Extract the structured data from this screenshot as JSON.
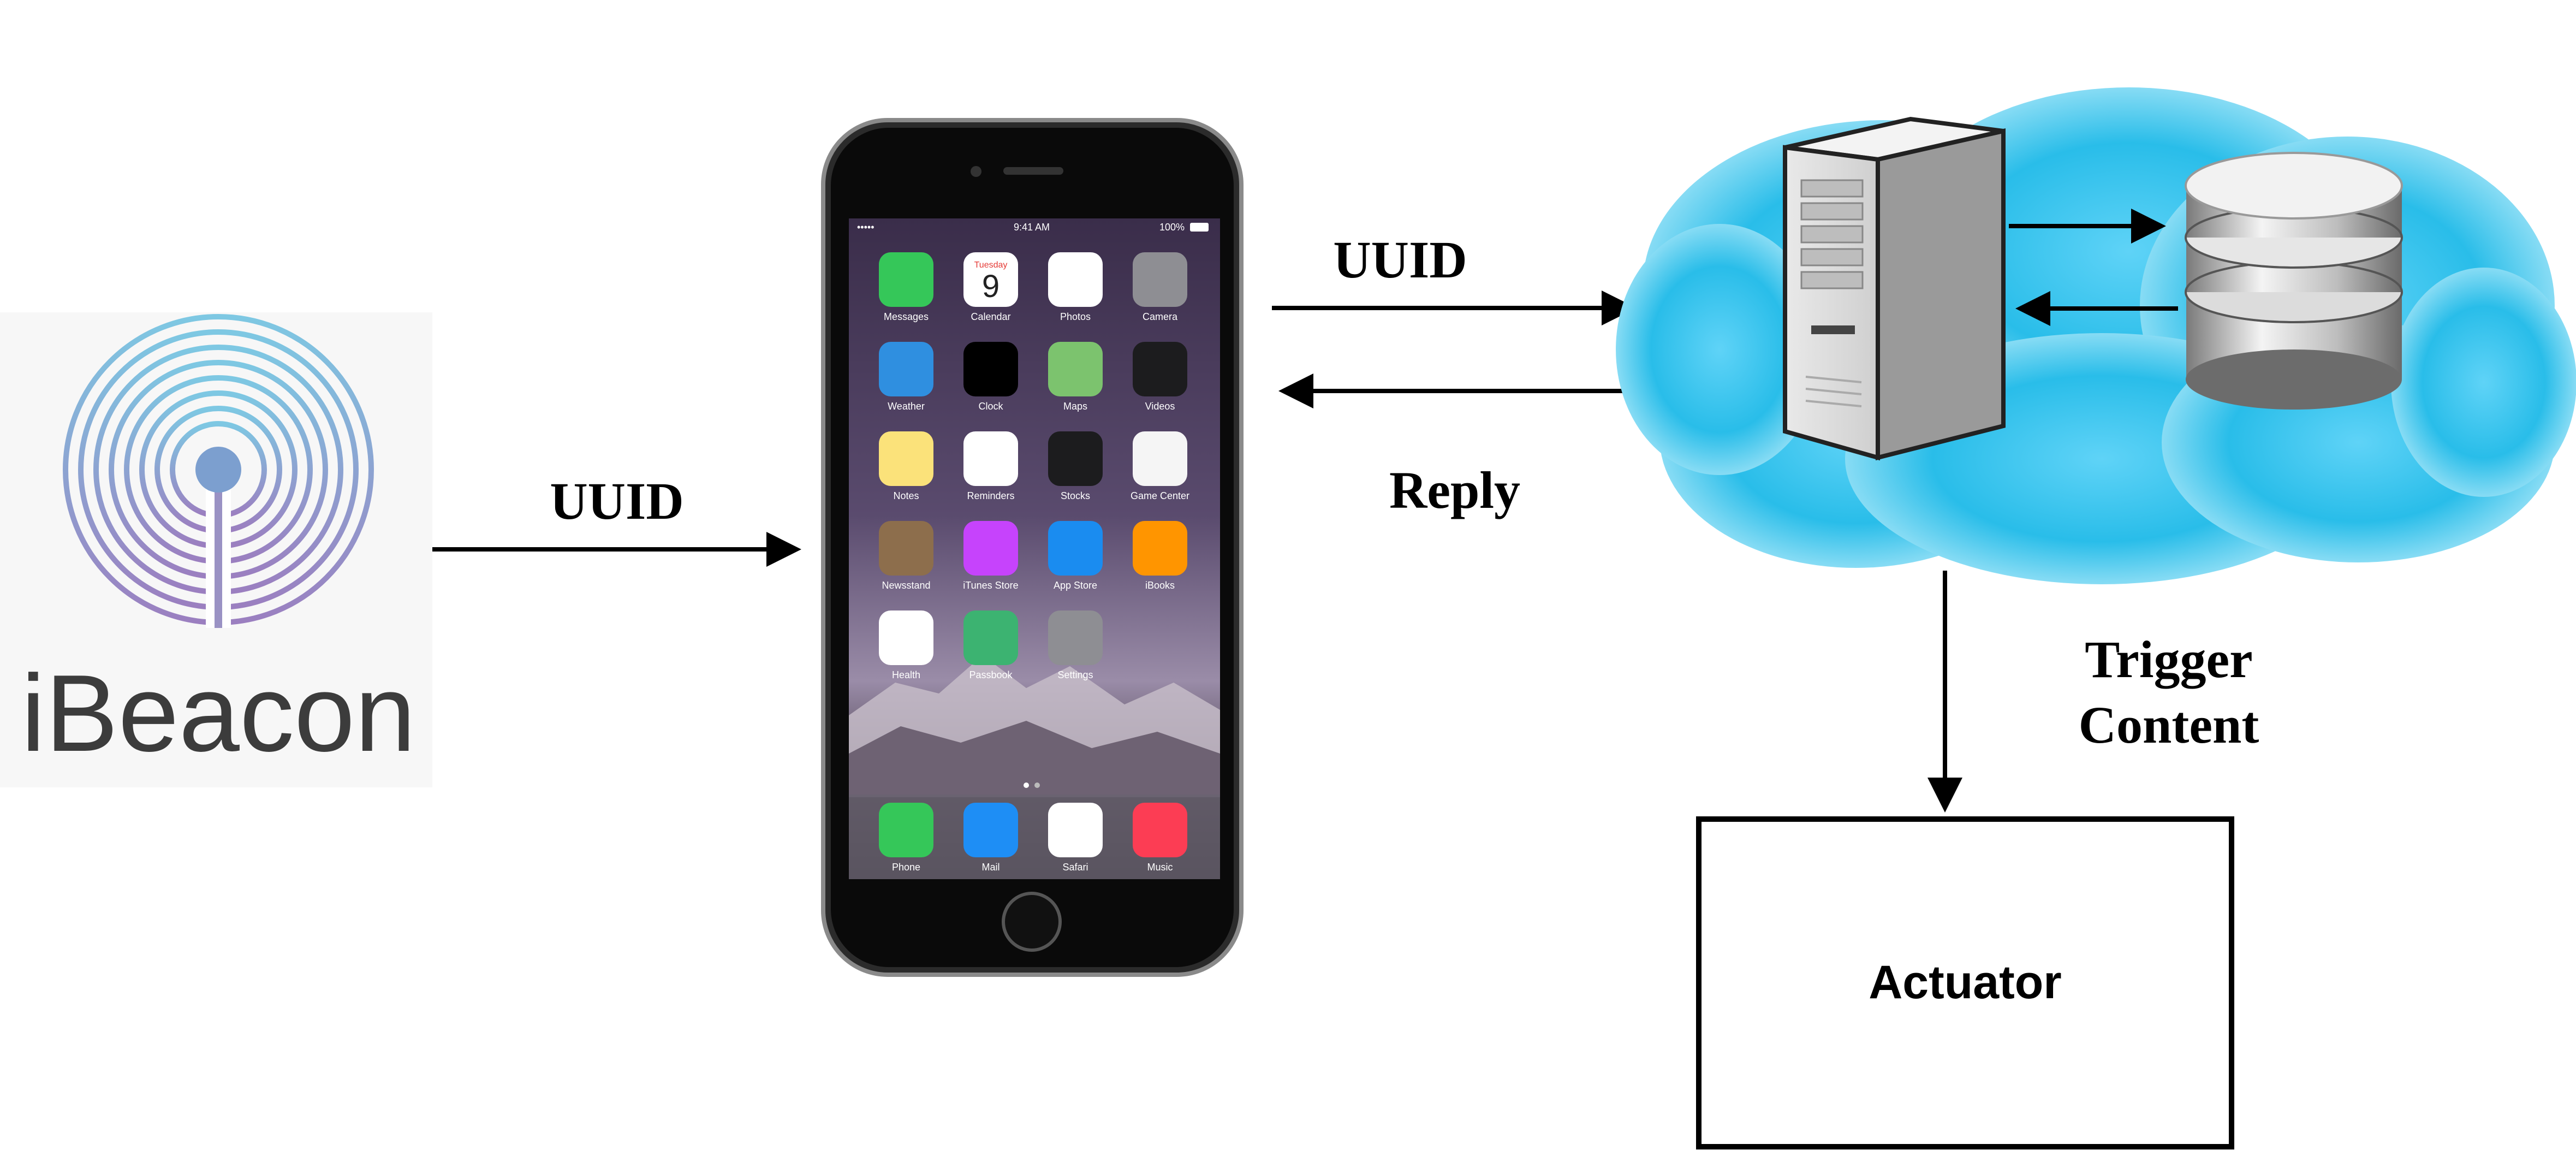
{
  "beacon": {
    "label": "iBeacon",
    "icon": "ibeacon-signal-icon"
  },
  "phone": {
    "status": {
      "carrier": "•••••",
      "time": "9:41 AM",
      "battery": "100%"
    },
    "apps": [
      {
        "label": "Messages",
        "icon": "messages-icon",
        "color": "#35c759"
      },
      {
        "label": "Calendar",
        "icon": "calendar-icon",
        "color": "#ffffff",
        "day": "Tuesday",
        "date": "9"
      },
      {
        "label": "Photos",
        "icon": "photos-icon",
        "color": "#ffffff"
      },
      {
        "label": "Camera",
        "icon": "camera-icon",
        "color": "#8e8e93"
      },
      {
        "label": "Weather",
        "icon": "weather-icon",
        "color": "#2f8fe0"
      },
      {
        "label": "Clock",
        "icon": "clock-icon",
        "color": "#000000"
      },
      {
        "label": "Maps",
        "icon": "maps-icon",
        "color": "#7cc36e"
      },
      {
        "label": "Videos",
        "icon": "videos-icon",
        "color": "#1c1c1e"
      },
      {
        "label": "Notes",
        "icon": "notes-icon",
        "color": "#fbe27a"
      },
      {
        "label": "Reminders",
        "icon": "reminders-icon",
        "color": "#ffffff"
      },
      {
        "label": "Stocks",
        "icon": "stocks-icon",
        "color": "#1c1c1e"
      },
      {
        "label": "Game Center",
        "icon": "game-center-icon",
        "color": "#f5f5f5"
      },
      {
        "label": "Newsstand",
        "icon": "newsstand-icon",
        "color": "#8d6e4c"
      },
      {
        "label": "iTunes Store",
        "icon": "itunes-store-icon",
        "color": "#c643fc"
      },
      {
        "label": "App Store",
        "icon": "app-store-icon",
        "color": "#1a8cf0"
      },
      {
        "label": "iBooks",
        "icon": "ibooks-icon",
        "color": "#ff9500"
      },
      {
        "label": "Health",
        "icon": "health-icon",
        "color": "#ffffff"
      },
      {
        "label": "Passbook",
        "icon": "passbook-icon",
        "color": "#3cb371"
      },
      {
        "label": "Settings",
        "icon": "settings-icon",
        "color": "#8e8e93"
      }
    ],
    "dock": [
      {
        "label": "Phone",
        "icon": "phone-icon",
        "color": "#35c759"
      },
      {
        "label": "Mail",
        "icon": "mail-icon",
        "color": "#1e8ef5"
      },
      {
        "label": "Safari",
        "icon": "safari-icon",
        "color": "#ffffff"
      },
      {
        "label": "Music",
        "icon": "music-icon",
        "color": "#fc3d54"
      }
    ]
  },
  "arrows": {
    "beacon_to_phone": "UUID",
    "phone_to_server": "UUID",
    "server_to_phone": "Reply",
    "cloud_to_actuator_line1": "Trigger",
    "cloud_to_actuator_line2": "Content"
  },
  "cloud": {
    "server_icon": "server-tower-icon",
    "database_icon": "database-icon"
  },
  "actuator": {
    "label": "Actuator"
  }
}
